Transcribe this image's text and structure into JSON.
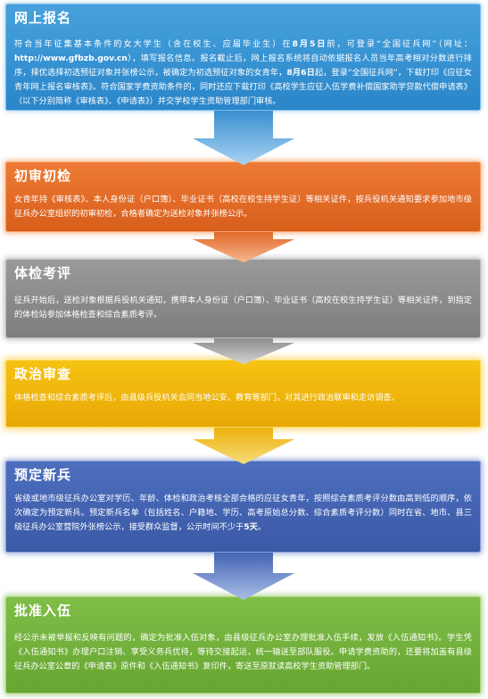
{
  "steps": [
    {
      "title": "网上报名",
      "parts": [
        {
          "t": "符合当年征集基本条件的女大学生（含在校生、应届毕业生）在",
          "b": false
        },
        {
          "t": "8月5日",
          "b": true
        },
        {
          "t": "前，可登录“全国征兵网”（网址：",
          "b": false
        },
        {
          "t": "http://www.gfbzb.gov.cn",
          "b": true
        },
        {
          "t": "），填写报名信息。报名截止后，网上报名系统将自动依据报名人员当年高考相对分数进行排序，择优选择初选预征对象并张榜公示，被确定为初选预征对象的女青年，",
          "b": false
        },
        {
          "t": "8月6日",
          "b": true
        },
        {
          "t": "起，登录“全国征兵网”，下载打印《应征女青年网上报名审核表》。符合国家学费资助条件的，同时还应下载打印《高校学生应征入伍学费补偿国家助学贷款代偿申请表》（以下分别简称《审核表》、《申请表》）并交学校学生资助管理部门审核。",
          "b": false
        }
      ]
    },
    {
      "title": "初审初检",
      "parts": [
        {
          "t": "女青年持《审核表》、本人身份证（户口簿）、毕业证书（高校在校生持学生证）等相关证件，按兵役机关通知要求参加地市级征兵办公室组织的初审初检，合格者确定为送检对象并张榜公示。",
          "b": false
        }
      ]
    },
    {
      "title": "体检考评",
      "parts": [
        {
          "t": "征兵开始后，送检对象根据兵役机关通知，携带本人身份证（户口簿）、毕业证书（高校在校生持学生证）等相关证件，到指定的体检站参加体格检查和综合素质考评。",
          "b": false
        }
      ]
    },
    {
      "title": "政治审查",
      "parts": [
        {
          "t": "体格检查和综合素质考评后，由县级兵役机关会同当地公安、教育等部门，对其进行政治联审和走访调查。",
          "b": false
        }
      ]
    },
    {
      "title": "预定新兵",
      "parts": [
        {
          "t": "省级或地市级征兵办公室对学历、年龄、体检和政治考核全部合格的应征女青年，按照综合素质考评分数由高到低的顺序，依次确定为预定新兵。预定新兵名单（包括姓名、户籍地、学历、高考原始总分数、综合素质考评分数）同时在省、地市、县三级征兵办公室营院外张榜公示，接受群众监督，公示时间不少于",
          "b": false
        },
        {
          "t": "5天",
          "b": true
        },
        {
          "t": "。",
          "b": false
        }
      ]
    },
    {
      "title": "批准入伍",
      "parts": [
        {
          "t": "经公示未被举报和反映有问题的，确定为批准入伍对象，由县级征兵办公室办理批准入伍手续，发放《入伍通知书》。学生凭《入伍通知书》办理户口注销、享受义务兵优待，等待交接起运，统一输送至部队服役。申请学费资助的，还要将加盖有县级征兵办公室公章的《申请表》原件和《入伍通知书》复印件，寄送至原就读高校学生资助管理部门。",
          "b": false
        }
      ]
    }
  ]
}
